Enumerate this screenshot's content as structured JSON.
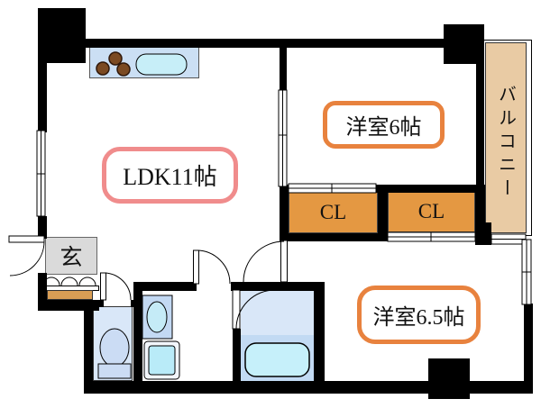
{
  "rooms": {
    "ldk": {
      "label": "LDK11帖"
    },
    "west6": {
      "label": "洋室6帖"
    },
    "west65": {
      "label": "洋室6.5帖"
    },
    "cl_left": {
      "label": "CL"
    },
    "cl_right": {
      "label": "CL"
    },
    "balcony": {
      "label": "バルコニー"
    },
    "entrance": {
      "label": "玄"
    }
  },
  "colors": {
    "wall": "#000000",
    "ldk_label_border": "#F08C8C",
    "room_label_border": "#E8823E",
    "closet_fill": "#E49842",
    "balcony_fill": "#E9CBA4",
    "entrance_floor": "#DADADA",
    "entrance_step": "#D99E55",
    "kitchen_counter": "#CBDFF4",
    "wet_room_floor": "#D9E7F8",
    "bath_lower_floor": "#C2DAF3",
    "fixture_blue": "#C7D9F2",
    "water_cyan": "#C6F0FA",
    "burner_brown": "#7B4A22"
  }
}
